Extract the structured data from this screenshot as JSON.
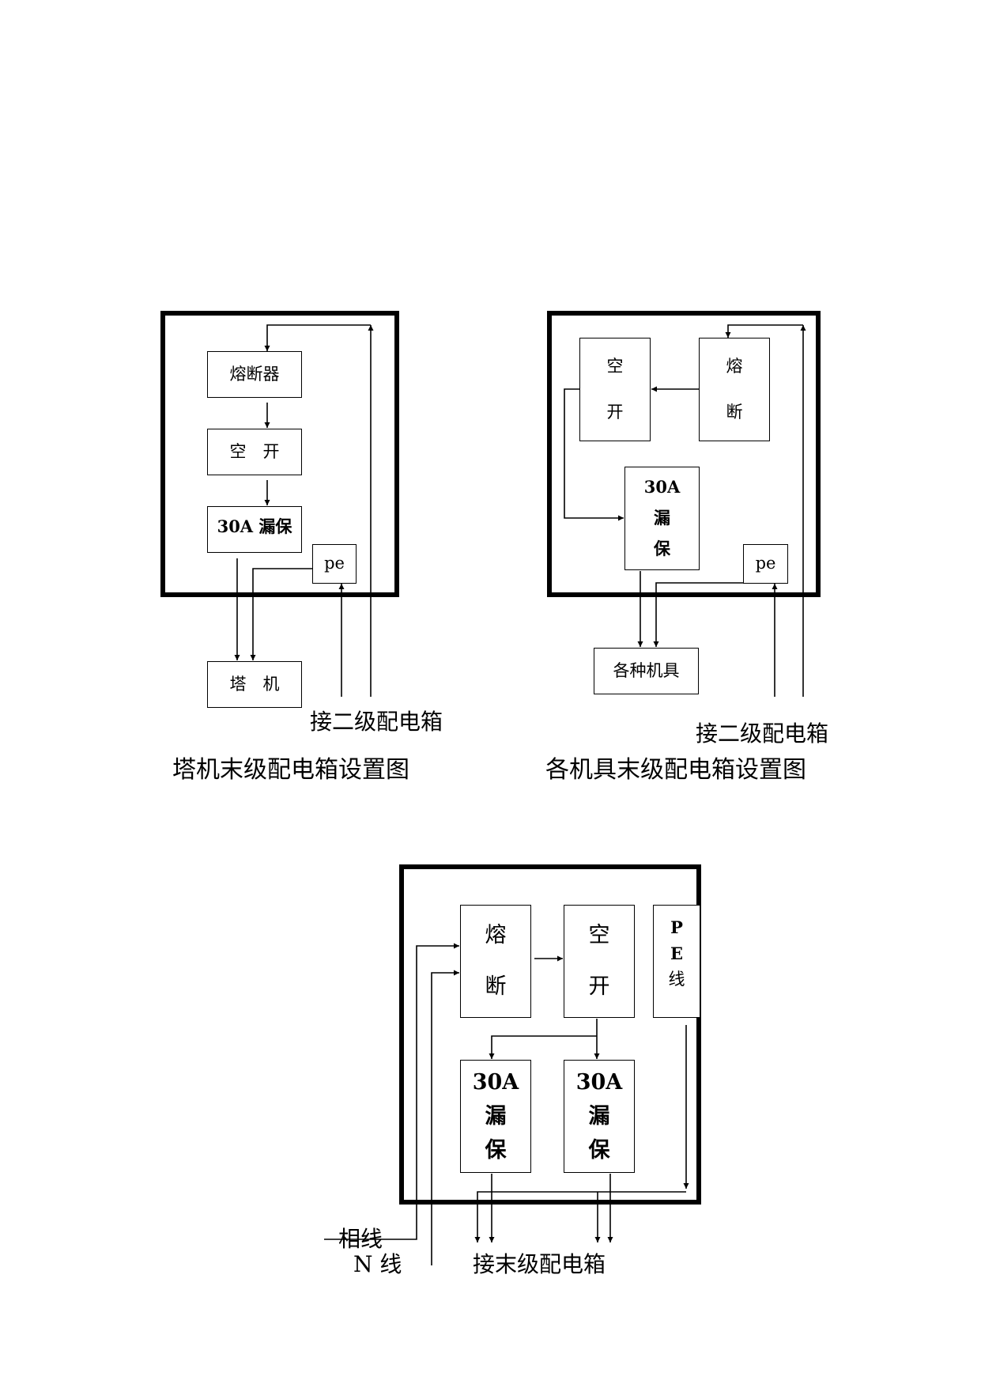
{
  "diagram1": {
    "fuse": "熔断器",
    "switch": "空　开",
    "rcd": "30A 漏保",
    "pe": "pe",
    "load": "塔　机",
    "source": "接二级配电箱",
    "caption": "塔机末级配电箱设置图"
  },
  "diagram2": {
    "switch_top": "空",
    "switch_bottom": "开",
    "fuse_top": "熔",
    "fuse_bottom": "断",
    "rcd_1": "30A",
    "rcd_2": "漏",
    "rcd_3": "保",
    "pe": "pe",
    "load": "各种机具",
    "source": "接二级配电箱",
    "caption": "各机具末级配电箱设置图"
  },
  "diagram3": {
    "fuse_top": "熔",
    "fuse_bottom": "断",
    "switch_top": "空",
    "switch_bottom": "开",
    "pe_1": "P",
    "pe_2": "E",
    "pe_3": "线",
    "rcd_a_1": "30A",
    "rcd_a_2": "漏",
    "rcd_a_3": "保",
    "rcd_b_1": "30A",
    "rcd_b_2": "漏",
    "rcd_b_3": "保",
    "phase_label": "相线",
    "neutral_label": "N 线",
    "output": "接末级配电箱"
  }
}
